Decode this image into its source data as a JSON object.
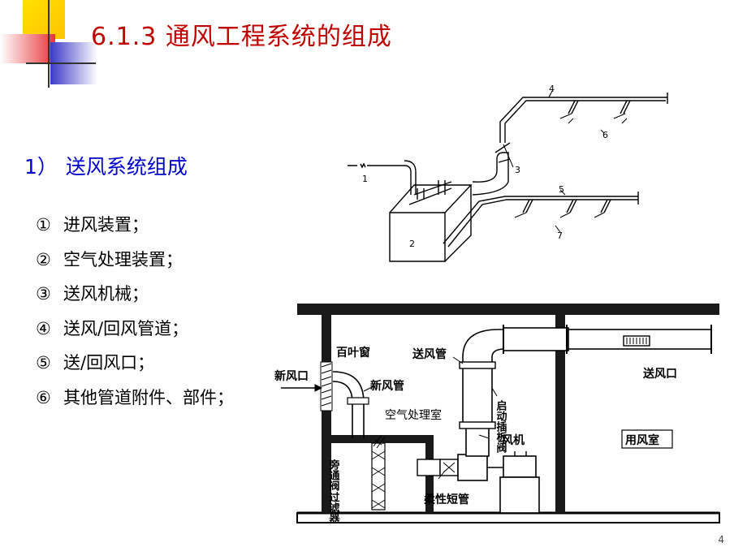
{
  "title": "6.1.3  通风工程系统的组成",
  "section": {
    "number": "1）",
    "label": "送风系统组成"
  },
  "components": [
    {
      "mark": "①",
      "text": "进风装置；"
    },
    {
      "mark": "②",
      "text": "空气处理装置；"
    },
    {
      "mark": "③",
      "text": "送风机械；"
    },
    {
      "mark": "④",
      "text": "送风/回风管道；"
    },
    {
      "mark": "⑤",
      "text": "送/回风口；"
    },
    {
      "mark": "⑥",
      "text": "其他管道附件、部件；"
    }
  ],
  "isometric_diagram": {
    "callouts": [
      "1",
      "2",
      "3",
      "4",
      "5",
      "6",
      "7"
    ]
  },
  "section_diagram": {
    "labels": {
      "louver": "百叶窗",
      "supply_duct": "送风管",
      "fresh_air_inlet": "新风口",
      "fresh_air_duct": "新风管",
      "supply_outlet": "送风口",
      "startup_damper": "启动插板阀",
      "ahu_room": "空气处理室",
      "fan": "风机",
      "occupied_room": "用风室",
      "bypass_valve": "旁通阀",
      "filter": "过滤器",
      "flexible_connector": "柔性短管"
    }
  },
  "page_number": "4",
  "colors": {
    "title": "#c00000",
    "heading": "#0000cc",
    "deco_yellow": "#ffd200",
    "deco_red": "#e8343a",
    "deco_blue": "#5a5ad8"
  }
}
